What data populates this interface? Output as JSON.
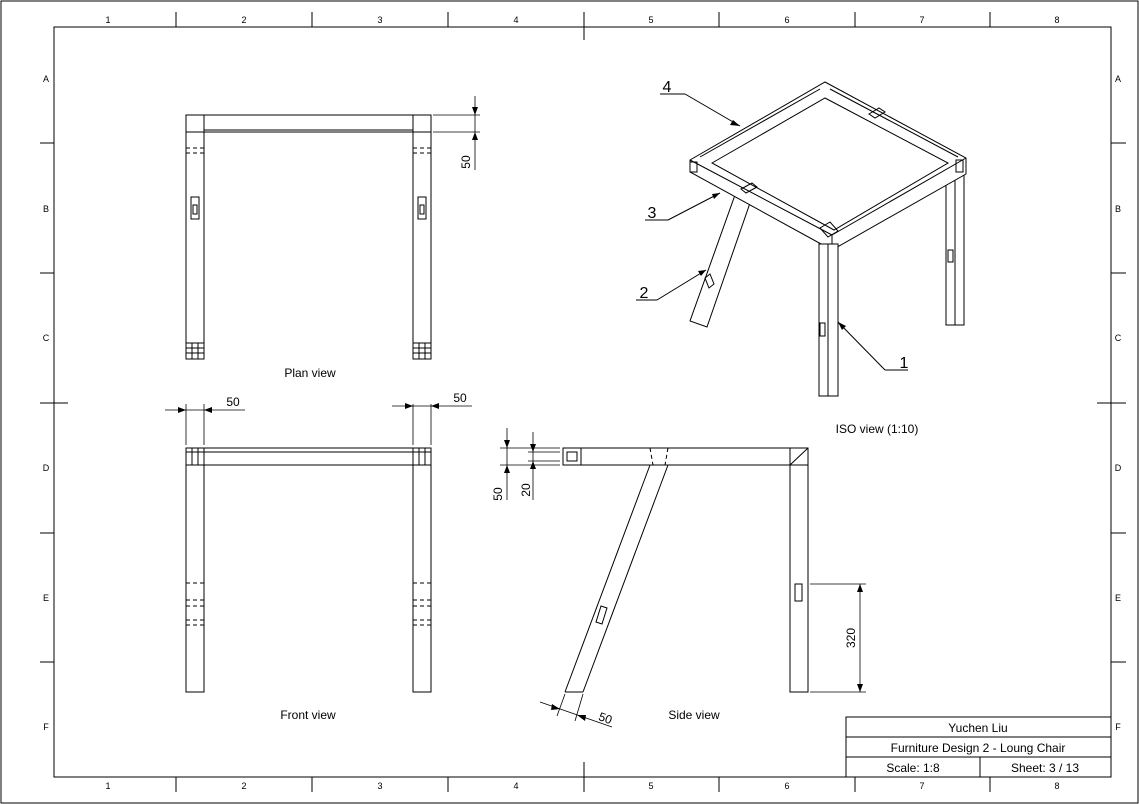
{
  "border": {
    "columns": [
      "1",
      "2",
      "3",
      "4",
      "5",
      "6",
      "7",
      "8"
    ],
    "rows": [
      "A",
      "B",
      "C",
      "D",
      "E",
      "F"
    ]
  },
  "views": {
    "plan": "Plan view",
    "front": "Front view",
    "side": "Side view",
    "iso": "ISO view (1:10)"
  },
  "dimensions": {
    "plan_depth": "50",
    "front_left": "50",
    "front_right": "50",
    "side_50": "50",
    "side_20": "20",
    "side_320": "320",
    "side_leg": "50"
  },
  "balloons": [
    "1",
    "2",
    "3",
    "4"
  ],
  "title_block": {
    "author": "Yuchen Liu",
    "title": "Furniture Design 2 - Loung Chair",
    "scale": "Scale: 1:8",
    "sheet": "Sheet: 3 / 13"
  }
}
